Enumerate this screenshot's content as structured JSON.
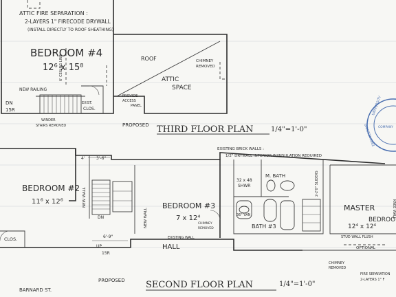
{
  "third_floor": {
    "attic_note": [
      "ATTIC FIRE SEPARATION :",
      "2-LAYERS 1\" FIRECODE DRYWALL",
      "(INSTALL DIRECTLY TO ROOF SHEATHING)"
    ],
    "bedroom_name": "BEDROOM #4",
    "bedroom_dims": "12⁶ x 15⁸",
    "roof_label": "ROOF",
    "attic_label": "ATTIC",
    "space_label": "SPACE",
    "chimney_note": [
      "CHIMNEY",
      "REMOVED"
    ],
    "railing_label": "NEW RAILING",
    "dn_label": "DN",
    "risers_label": "15R",
    "winder_note": [
      "WINDER",
      "STAIRS REMOVED"
    ],
    "ceiling_line_label": "6' CEILING LINE",
    "closet_label": "CLOS.",
    "exist_label": "EXIST.",
    "access_note": [
      "PROVIDE",
      "ACCESS",
      "PANEL"
    ],
    "proposed_label": "PROPOSED",
    "plan_title": "THIRD FLOOR PLAN",
    "scale": "1/4\"=1'-0\""
  },
  "second_floor": {
    "bedroom2_name": "BEDROOM #2",
    "bedroom2_dims": "11⁶ x 12⁶",
    "bedroom3_name": "BEDROOM #3",
    "bedroom3_dims": "7 x 12⁴",
    "hall_label": "HALL",
    "new_wall_label": "NEW WALL",
    "closet_label": "CLOS.",
    "dn_label": "DN",
    "risers_label": "15R",
    "up_label": "UP",
    "dim_3_6": "3'-6\"",
    "dim_6_9": "6'-9\"",
    "dim_4": "4'",
    "mbath_label": "M. BATH",
    "bath_label": "BATH #3",
    "shower_label": "SHWR",
    "shower_dims": "32 x 48",
    "vanity_label": "36\" VAN",
    "master_name": "MASTER",
    "master_bedroom_label": "BEDROOM",
    "master_dims": "12⁴ x 12⁴",
    "brick_note": [
      "EXISTING BRICK WALLS :",
      "1/2\" DRYWALL INTERIOR W/INSULATION REQUIRED"
    ],
    "existing_wall_label": "EXISTING WALL",
    "chimney_removed_label": [
      "CHIMNEY",
      "REMOVED"
    ],
    "stud_wall_note": "STUD WALL FLUSH",
    "optional_label": "OPTIONAL",
    "fire_sep_note": [
      "FIRE SEPARATION",
      "2-LAYERS 1\" F"
    ],
    "sliders_note": "2-2'0\" SLIDERS",
    "kneewall_note": "KNEE WALL",
    "proposed_label": "PROPOSED",
    "plan_title": "SECOND FLOOR PLAN",
    "scale": "1/4\"=1'-0\""
  },
  "address": "BARNARD ST.",
  "stamp": [
    "UNIVERSITY",
    "ENGINEERING",
    "COMPANY"
  ]
}
